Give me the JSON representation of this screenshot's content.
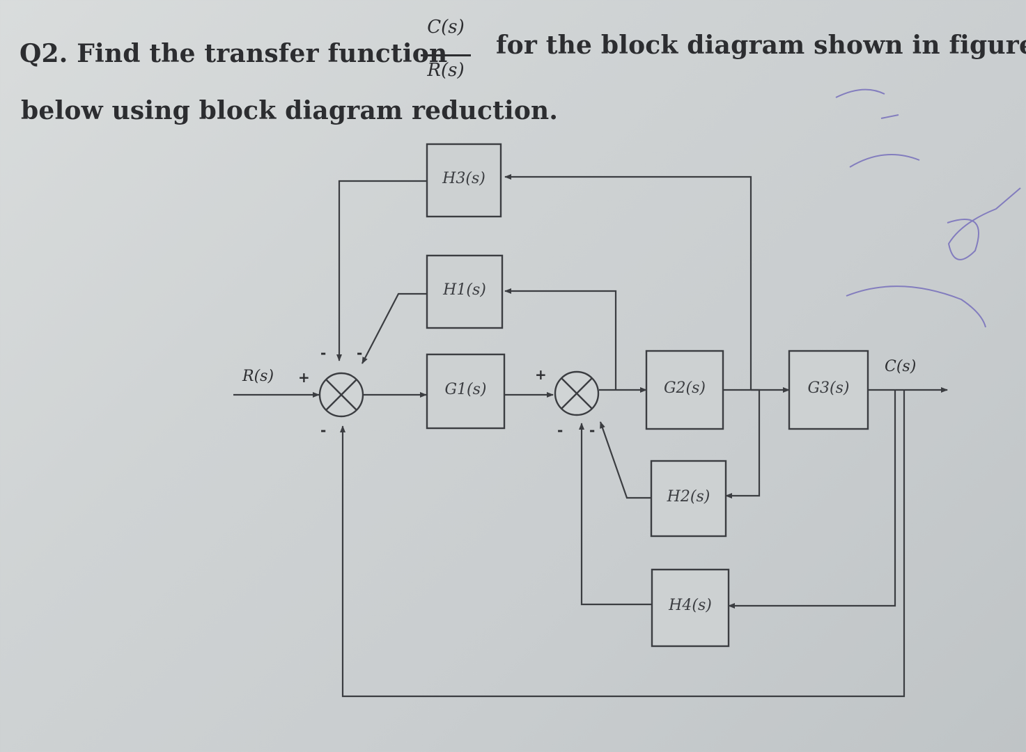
{
  "question": {
    "part1": "Q2. Find the transfer function",
    "fraction_numerator": "C(s)",
    "fraction_denominator": "R(s)",
    "part2": "for the block diagram shown in figure",
    "line2": "below using block diagram reduction."
  },
  "diagram": {
    "input_label": "R(s)",
    "output_label": "C(s)",
    "blocks": {
      "G1": "G1(s)",
      "G2": "G2(s)",
      "G3": "G3(s)",
      "H1": "H1(s)",
      "H2": "H2(s)",
      "H3": "H3(s)",
      "H4": "H4(s)"
    },
    "signs": {
      "sum1_input": "+",
      "sum1_top_left": "-",
      "sum1_top_right": "-",
      "sum1_bottom": "-",
      "sum2_input": "+",
      "sum2_bottom_left": "-",
      "sum2_bottom_right": "-"
    }
  },
  "colors": {
    "line": "#3b3d41",
    "box_fill": "#cdd1d2",
    "ink_annotation": "#6b62b8"
  }
}
